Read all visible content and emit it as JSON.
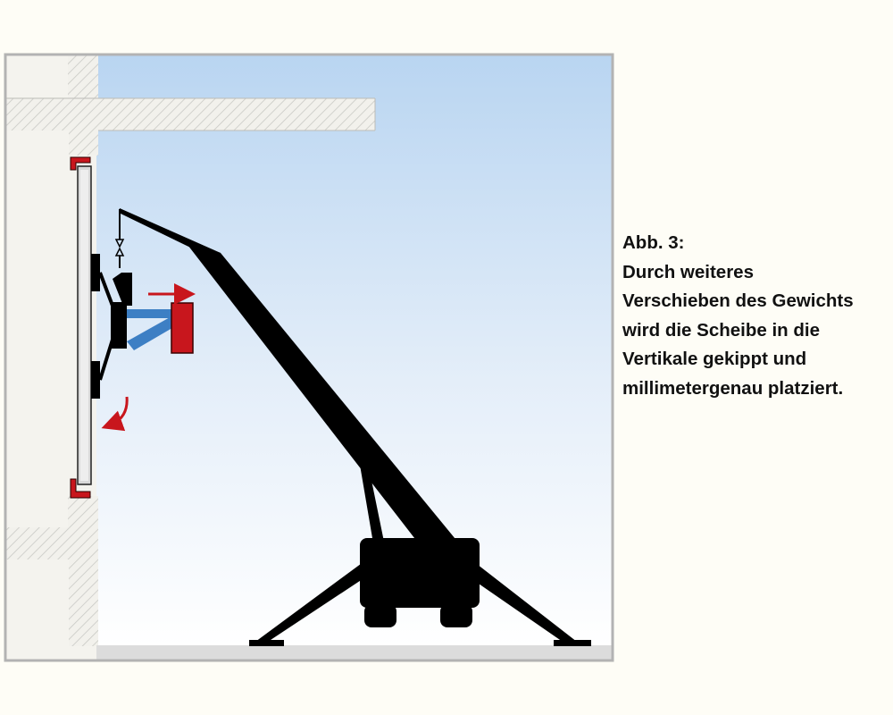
{
  "caption": {
    "label": "Abb. 3:",
    "lines": [
      "Durch weiteres",
      "Verschieben des Gewichts",
      "wird die Scheibe in die",
      "Vertikale gekippt und",
      "millimetergenau platziert."
    ]
  },
  "colors": {
    "sky_top": "#b9d5f1",
    "sky_bottom": "#ffffff",
    "wall": "#f4f3ee",
    "hatch_line": "#c9c9c5",
    "frame": "#b3b3b3",
    "machine": "#000000",
    "counterweight": "#c8161d",
    "arm": "#3d7fc4",
    "arrow": "#c8161d",
    "pane": "#d9d9d9"
  },
  "icons": [
    "telescopic-handler",
    "glass-pane",
    "vacuum-lifter",
    "counterweight",
    "push-arrow-icon",
    "tilt-arrow-icon"
  ]
}
